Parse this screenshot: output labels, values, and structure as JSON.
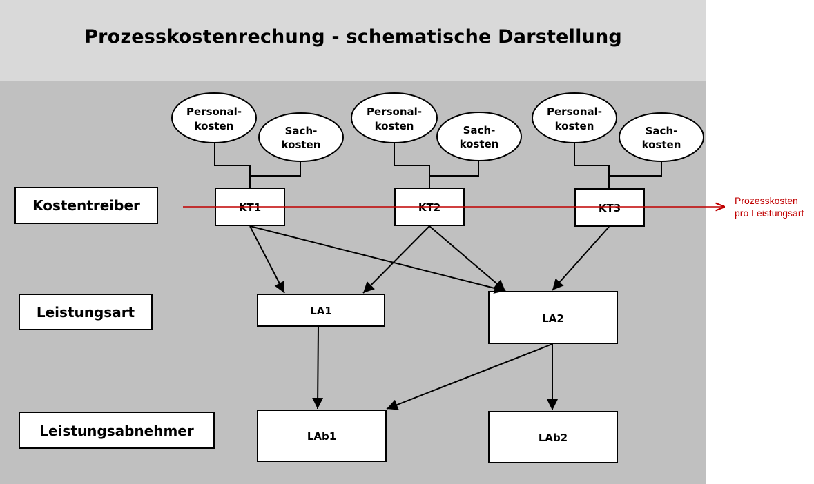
{
  "title": "Prozesskostenrechung - schematische Darstellung",
  "row_labels": {
    "kostentreiber": "Kostentreiber",
    "leistungsart": "Leistungsart",
    "leistungsabnehmer": "Leistungsabnehmer"
  },
  "cost_groups": [
    {
      "personal": [
        "Personal-",
        "kosten"
      ],
      "sach": [
        "Sach-",
        "kosten"
      ]
    },
    {
      "personal": [
        "Personal-",
        "kosten"
      ],
      "sach": [
        "Sach-",
        "kosten"
      ]
    },
    {
      "personal": [
        "Personal-",
        "kosten"
      ],
      "sach": [
        "Sach-",
        "kosten"
      ]
    }
  ],
  "nodes": {
    "kt": [
      "KT1",
      "KT2",
      "KT3"
    ],
    "la": [
      "LA1",
      "LA2"
    ],
    "lab": [
      "LAb1",
      "LAb2"
    ]
  },
  "annotation": [
    "Prozesskosten",
    "pro Leistungsart"
  ],
  "colors": {
    "annotation": "#c00000",
    "title_band": "#d9d9d9",
    "canvas": "#c0c0c0"
  }
}
